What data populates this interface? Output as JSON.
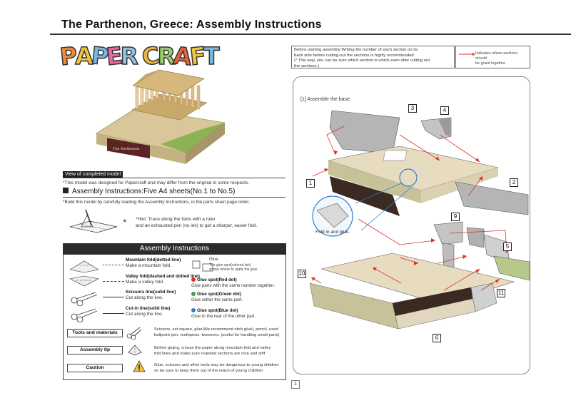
{
  "header": {
    "title": "The Parthenon, Greece: Assembly Instructions"
  },
  "logo": {
    "letters": [
      "P",
      "A",
      "P",
      "E",
      "R",
      " ",
      "C",
      "R",
      "A",
      "F",
      "T"
    ],
    "colors": [
      "#ef8a3a",
      "#f2c53c",
      "#78b8e6",
      "#e86aa0",
      "#8fc6e8",
      "#ffffff",
      "#f0b43c",
      "#9ad06a",
      "#e8603a",
      "#f2c53c",
      "#7ab8e0"
    ]
  },
  "model": {
    "plaque": "The Parthenon"
  },
  "left": {
    "view_caption": "View of completed model",
    "papercraft_note": "*This model was designed for Papercraft and may differ from the original in some respects.",
    "assembly_heading": "Assembly Instructions:Five A4 sheets(No.1 to No.5)",
    "build_note": "*Build this model by carefully reading the Assembly Instructions, in the parts sheet page order.",
    "hint_line1": "*Hint: Trace along the folds with a ruler",
    "hint_line2": "and an exhausted pen (no ink) to get a sharper, easier fold."
  },
  "instructions": {
    "bar_title": "Assembly Instructions",
    "folds": [
      {
        "name": "Mountain fold(dotted line)",
        "desc": "Make a mountain fold."
      },
      {
        "name": "Valley fold(dashed and dotted line)",
        "desc": "Make a valley fold."
      },
      {
        "name": "Scissors line(solid line)",
        "desc": "Cut along the line."
      },
      {
        "name": "Cut-in line(solid line)",
        "desc": "Cut along the line."
      }
    ],
    "glue_label": "Glue",
    "glue_spot_note_1": "The glue spot(colored dot)",
    "glue_spot_note_2": "shows where to apply the glue",
    "glue_spots": [
      {
        "name": "Glue spot(Red dot)",
        "desc": "Glue parts with the same number together.",
        "color": "#d8312c"
      },
      {
        "name": "Glue spot(Green dot)",
        "desc": "Glue within the same part.",
        "color": "#3aa34a"
      },
      {
        "name": "Glue spot(Blue dot)",
        "desc": "Glue to the rear of the other part.",
        "color": "#2f7fd0"
      }
    ],
    "tools_label": "Tools and materials",
    "tools_text_1": "Scissors, set square, glue(We recommend stick glue), pencil, used",
    "tools_text_2": "ballpoint pen, toothpicks, tweezers. (useful for handling small parts)",
    "tip_label": "Assembly tip",
    "tip_text_1": "Before gluing, crease the paper along mountain fold and valley",
    "tip_text_2": "fold lines and make sure rounded sections are nice and stiff",
    "caution_label": "Caution",
    "caution_text_1": "Glue, scissors and other tools may be dangerous to young children",
    "caution_text_2": "so be sure to keep them out of the reach of young children"
  },
  "right": {
    "pre_note_1": "Before starting assembly:Writing the number of each section on its",
    "pre_note_2": "back side before cutting-out the sections is highly recommended.",
    "pre_note_3": "(* This way, you can be sure which section is which even after cutting out",
    "pre_note_4": "the sections.)",
    "legend_1": "Indicates where sections should",
    "legend_2": "be glued together.",
    "step_title": "[1] Assemble the base.",
    "fold_glue_label": "Fold in and glue.",
    "parts": [
      "1",
      "2",
      "3",
      "4",
      "5",
      "6",
      "9",
      "10",
      "11"
    ]
  },
  "footer": {
    "page": "1"
  },
  "colors": {
    "arrow": "#d8312c",
    "cream": "#e8dcc0",
    "dark": "#3a2a22",
    "olive": "#c8c29a",
    "grey": "#b5b5b5"
  }
}
